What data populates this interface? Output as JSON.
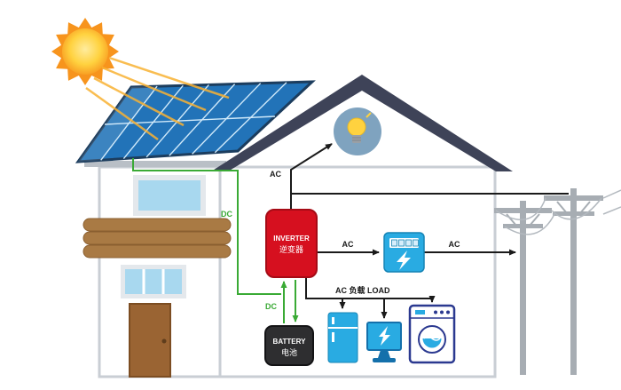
{
  "diagram": {
    "type": "residential-solar-power-system",
    "inverter": {
      "label_en": "INVERTER",
      "label_zh": "逆变器"
    },
    "battery": {
      "label_en": "BATTERY",
      "label_zh": "电池"
    },
    "labels": {
      "dc_from_panel": "DC",
      "dc_battery_link": "DC",
      "ac_to_light": "AC",
      "ac_to_meter": "AC",
      "ac_to_grid": "AC",
      "ac_load": "AC 负载 LOAD"
    },
    "icons": {
      "sun": "sun-icon",
      "solar_panel": "solar-panel-icon",
      "light_bulb": "light-bulb-icon",
      "electric_meter": "electric-meter-icon",
      "refrigerator": "refrigerator-icon",
      "computer_monitor": "computer-monitor-icon",
      "washing_machine": "washing-machine-icon",
      "utility_pole": "utility-pole-icon"
    },
    "colors": {
      "inverter_red": "#d6101f",
      "battery_dark": "#2e2e30",
      "appliance_blue": "#29abe2",
      "dc_green": "#3aaa35",
      "ac_black": "#1a1a1a",
      "roof_slate": "#3e4358",
      "panel_blue": "#2273b8",
      "sun_orange": "#f7941d",
      "wood_brown": "#a97a44",
      "pole_gray": "#a7adb3",
      "bulb_circle": "#7fa3bf",
      "washer_outline": "#2b3990"
    }
  }
}
